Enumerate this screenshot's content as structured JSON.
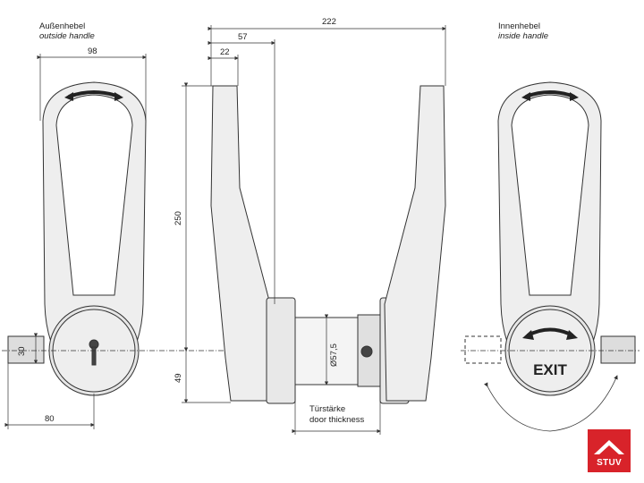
{
  "labels": {
    "outside_de": "Außenhebel",
    "outside_en": "outside handle",
    "inside_de": "Innenhebel",
    "inside_en": "inside handle",
    "door_de": "Türstärke",
    "door_en": "door thickness",
    "exit": "EXIT",
    "logo": "STUV"
  },
  "dimensions": {
    "width_98": "98",
    "overall_222": "222",
    "d57": "57",
    "d22": "22",
    "h250": "250",
    "h49": "49",
    "h30": "30",
    "w80": "80",
    "dia": "Ø57,5"
  },
  "colors": {
    "line": "#333333",
    "fill_body": "#eeeeee",
    "fill_dark": "#cfcfcf",
    "logo_red": "#d8232a"
  }
}
